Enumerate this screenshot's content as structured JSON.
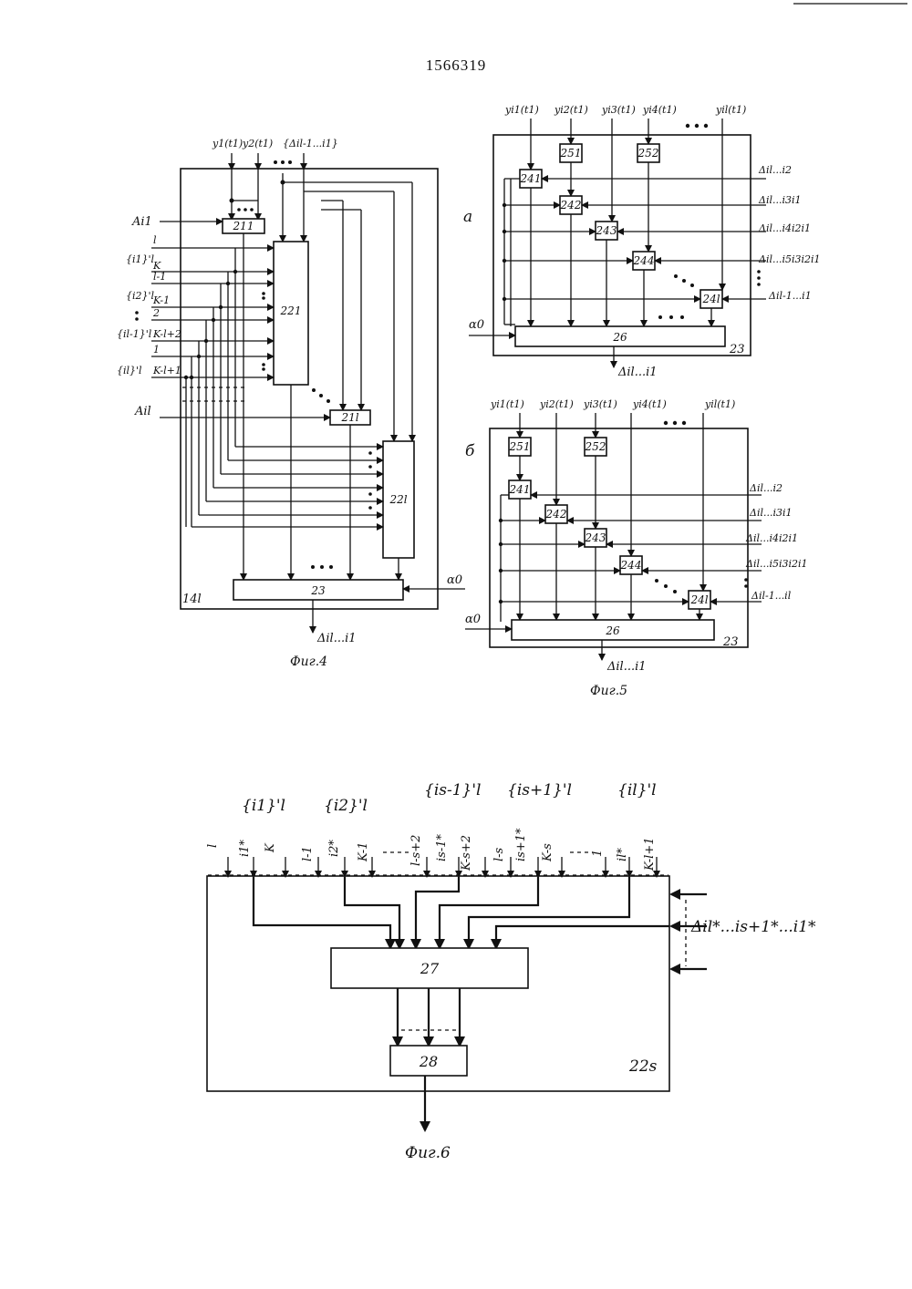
{
  "page_number": "1566319",
  "fig4": {
    "caption": "Фиг.4",
    "block_label": "14l",
    "top_inputs": [
      "y1(t1)",
      "y2(t1)",
      "{Δil-1...i1}"
    ],
    "left_inputs": [
      "Ai1",
      "{i1}'l",
      "{i2}'l",
      "{il-1}'l",
      "{il}'l",
      "Ail"
    ],
    "line_labels": [
      "l",
      "K",
      "l-1",
      "K-1",
      "2",
      "K-l+2",
      "1",
      "K-l+1"
    ],
    "blocks": [
      "211",
      "221",
      "21l",
      "22l",
      "23"
    ],
    "alpha": "α0",
    "output": "Δil...i1"
  },
  "fig5": {
    "caption": "Фиг.5",
    "a_label": "а",
    "b_label": "б",
    "a": {
      "top_inputs": [
        "yi1(t1)",
        "yi2(t1)",
        "yi3(t1)",
        "yi4(t1)",
        "yil(t1)"
      ],
      "right_inputs": [
        "Δil...i2",
        "Δil...i3i1",
        "Δil...i4i2i1",
        "Δil...i5i3i2i1",
        "Δil-1...i1"
      ],
      "blocks_24": [
        "241",
        "242",
        "243",
        "244",
        "24l"
      ],
      "blocks_25": [
        "251",
        "252"
      ],
      "block_26": "26",
      "block_23": "23",
      "alpha": "α0",
      "output": "Δil...i1"
    },
    "b": {
      "top_inputs": [
        "yi1(t1)",
        "yi2(t1)",
        "yi3(t1)",
        "yi4(t1)",
        "yil(t1)"
      ],
      "right_inputs": [
        "Δil...i2",
        "Δil...i3i1",
        "Δil...i4i2i1",
        "Δil...i5i3i2i1",
        "Δil-1...il"
      ],
      "blocks_24": [
        "241",
        "242",
        "243",
        "244",
        "24l"
      ],
      "blocks_25": [
        "251",
        "252"
      ],
      "block_26": "26",
      "block_23": "23",
      "alpha": "α0",
      "output": "Δil...i1"
    }
  },
  "fig6": {
    "caption": "Фиг.6",
    "groups": [
      "{i1}'l",
      "{i2}'l",
      "{is-1}'l",
      "{is+1}'l",
      "{il}'l"
    ],
    "group_lines": [
      [
        "l",
        "i1*",
        "K"
      ],
      [
        "l-1",
        "i2*",
        "K-1"
      ],
      [
        "l-s+2",
        "is-1*",
        "K-s+2"
      ],
      [
        "l-s",
        "is+1*",
        "K-s"
      ],
      [
        "1",
        "il*",
        "K-l+1"
      ]
    ],
    "right_input": "Δil*...is+1*...i1*",
    "blocks": [
      "27",
      "28"
    ],
    "block_label": "22s"
  }
}
